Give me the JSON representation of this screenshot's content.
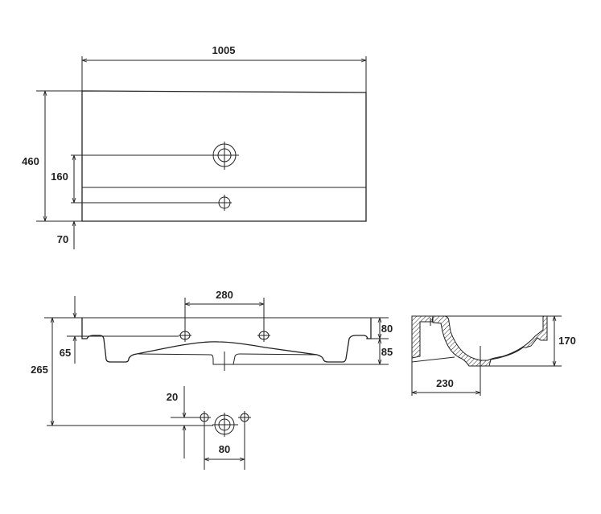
{
  "top_view": {
    "width_label": "1005",
    "depth_label": "460",
    "hole_offset_label": "160",
    "edge_offset_label": "70"
  },
  "front_view": {
    "tap_spacing_label": "280",
    "ledge_height_label": "80",
    "bowl_depth_label": "85",
    "hole_height_label": "65",
    "total_height_label": "265"
  },
  "drain_detail": {
    "vertical_offset_label": "20",
    "hole_spacing_label": "80"
  },
  "side_section": {
    "height_label": "170",
    "drain_distance_label": "230"
  },
  "colors": {
    "line": "#222222",
    "background": "#ffffff"
  }
}
